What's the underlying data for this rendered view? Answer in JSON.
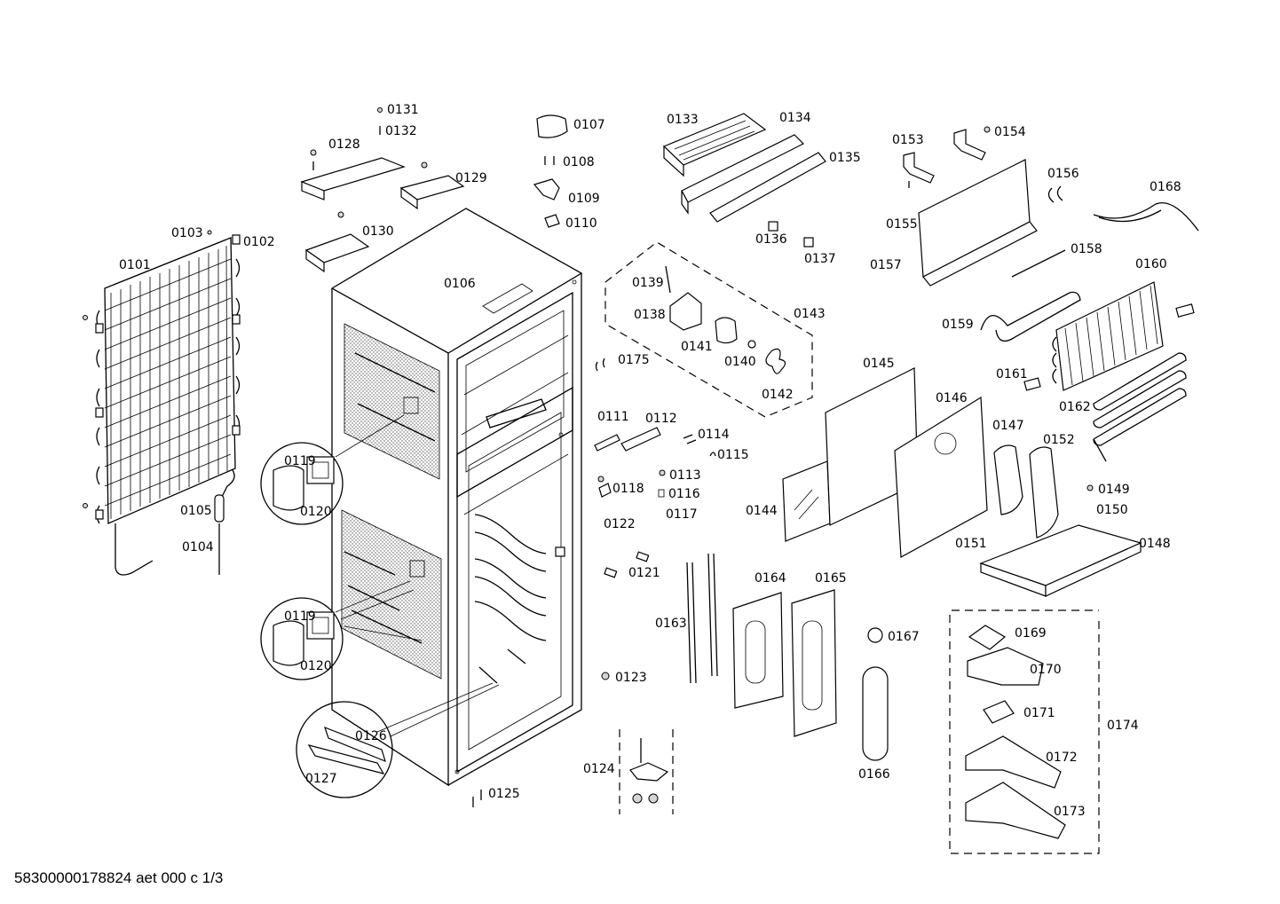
{
  "document_id": "58300000178824 aet 000 c 1/3",
  "parts": [
    "0101",
    "0102",
    "0103",
    "0104",
    "0105",
    "0106",
    "0107",
    "0108",
    "0109",
    "0110",
    "0111",
    "0112",
    "0113",
    "0114",
    "0115",
    "0116",
    "0117",
    "0118",
    "0119",
    "0119",
    "0120",
    "0120",
    "0121",
    "0122",
    "0123",
    "0124",
    "0125",
    "0126",
    "0127",
    "0128",
    "0129",
    "0130",
    "0131",
    "0132",
    "0133",
    "0134",
    "0135",
    "0136",
    "0137",
    "0138",
    "0139",
    "0140",
    "0141",
    "0142",
    "0143",
    "0144",
    "0145",
    "0146",
    "0147",
    "0148",
    "0149",
    "0150",
    "0151",
    "0152",
    "0153",
    "0154",
    "0155",
    "0156",
    "0157",
    "0158",
    "0159",
    "0160",
    "0161",
    "0162",
    "0163",
    "0164",
    "0165",
    "0166",
    "0167",
    "0168",
    "0169",
    "0170",
    "0171",
    "0172",
    "0173",
    "0174",
    "0175"
  ]
}
